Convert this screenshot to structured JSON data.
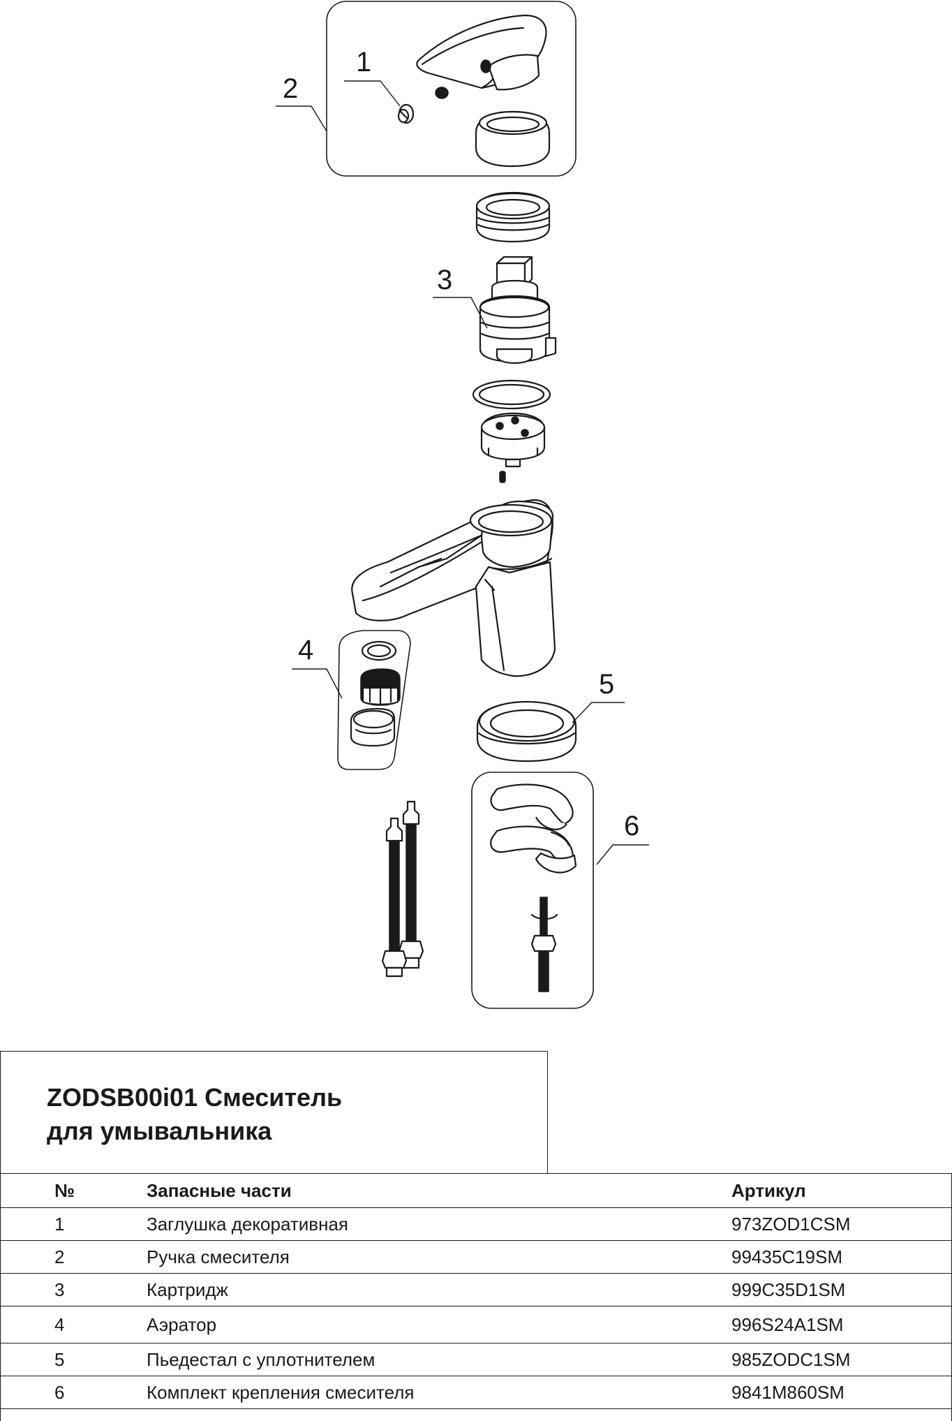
{
  "callouts": [
    "1",
    "2",
    "3",
    "4",
    "5",
    "6"
  ],
  "title": {
    "line1": "ZODSB00i01 Смеситель",
    "line2": "для умывальника"
  },
  "table": {
    "headers": [
      "№",
      "Запасные части",
      "Артикул"
    ],
    "rows": [
      {
        "no": "1",
        "name": "Заглушка декоративная",
        "article": "973ZOD1CSM"
      },
      {
        "no": "2",
        "name": "Ручка смесителя",
        "article": "99435C19SM"
      },
      {
        "no": "3",
        "name": "Картридж",
        "article": "999C35D1SM"
      },
      {
        "no": "4",
        "name": "Аэратор",
        "article": "996S24A1SM"
      },
      {
        "no": "5",
        "name": "Пьедестал с уплотнителем",
        "article": "985ZODC1SM"
      },
      {
        "no": "6",
        "name": "Комплект крепления смесителя",
        "article": "9841M860SM"
      }
    ]
  },
  "colors": {
    "ink": "#1a1a1a",
    "background": "#ffffff"
  }
}
